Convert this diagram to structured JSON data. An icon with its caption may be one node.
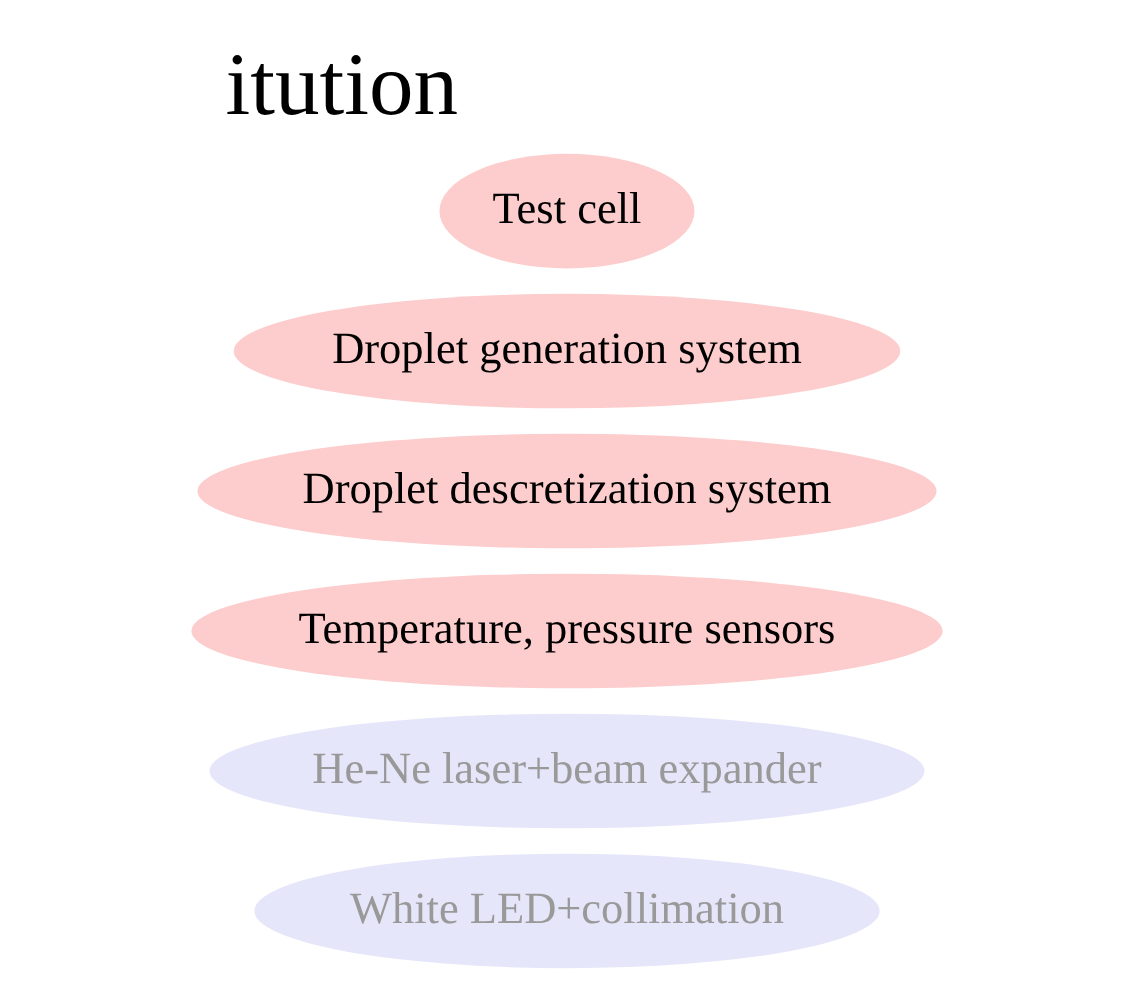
{
  "diagram": {
    "title": "itution",
    "nodes": [
      {
        "text": [
          "Test cell"
        ]
      },
      {
        "text": [
          "Droplet generation system"
        ]
      },
      {
        "text": [
          "Droplet descretization system"
        ]
      },
      {
        "text": [
          "Temperature, pressure sensors"
        ]
      },
      {
        "text": [
          "He-Ne laser+beam expander"
        ]
      },
      {
        "text": [
          "White LED+collimation"
        ]
      }
    ],
    "edges": []
  }
}
